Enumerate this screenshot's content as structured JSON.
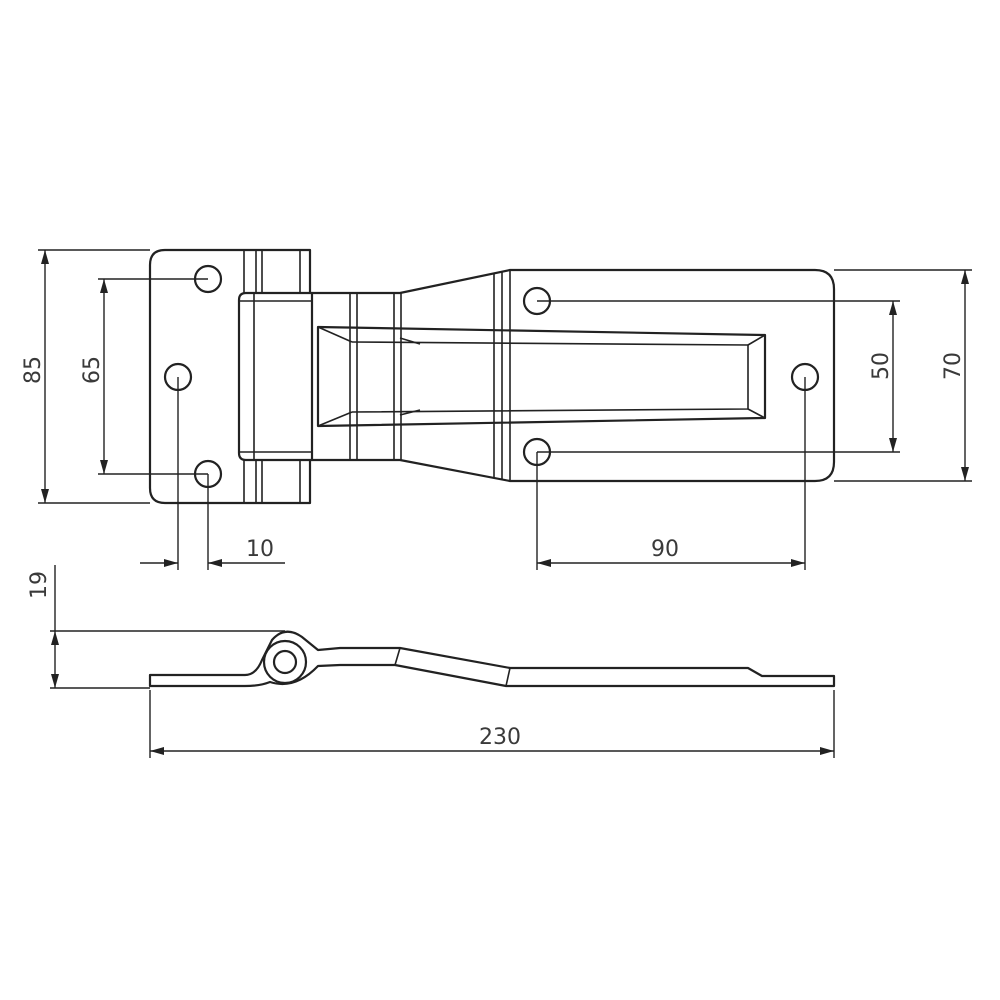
{
  "dimensions": {
    "overall_height_left": "85",
    "hole_spacing_left": "65",
    "hole_offset": "10",
    "overall_height_right": "70",
    "hole_spacing_right": "50",
    "hole_distance_right": "90",
    "side_thickness": "19",
    "overall_length": "230"
  },
  "colors": {
    "line": "#222222",
    "text": "#3a3a3a",
    "background": "#ffffff"
  }
}
